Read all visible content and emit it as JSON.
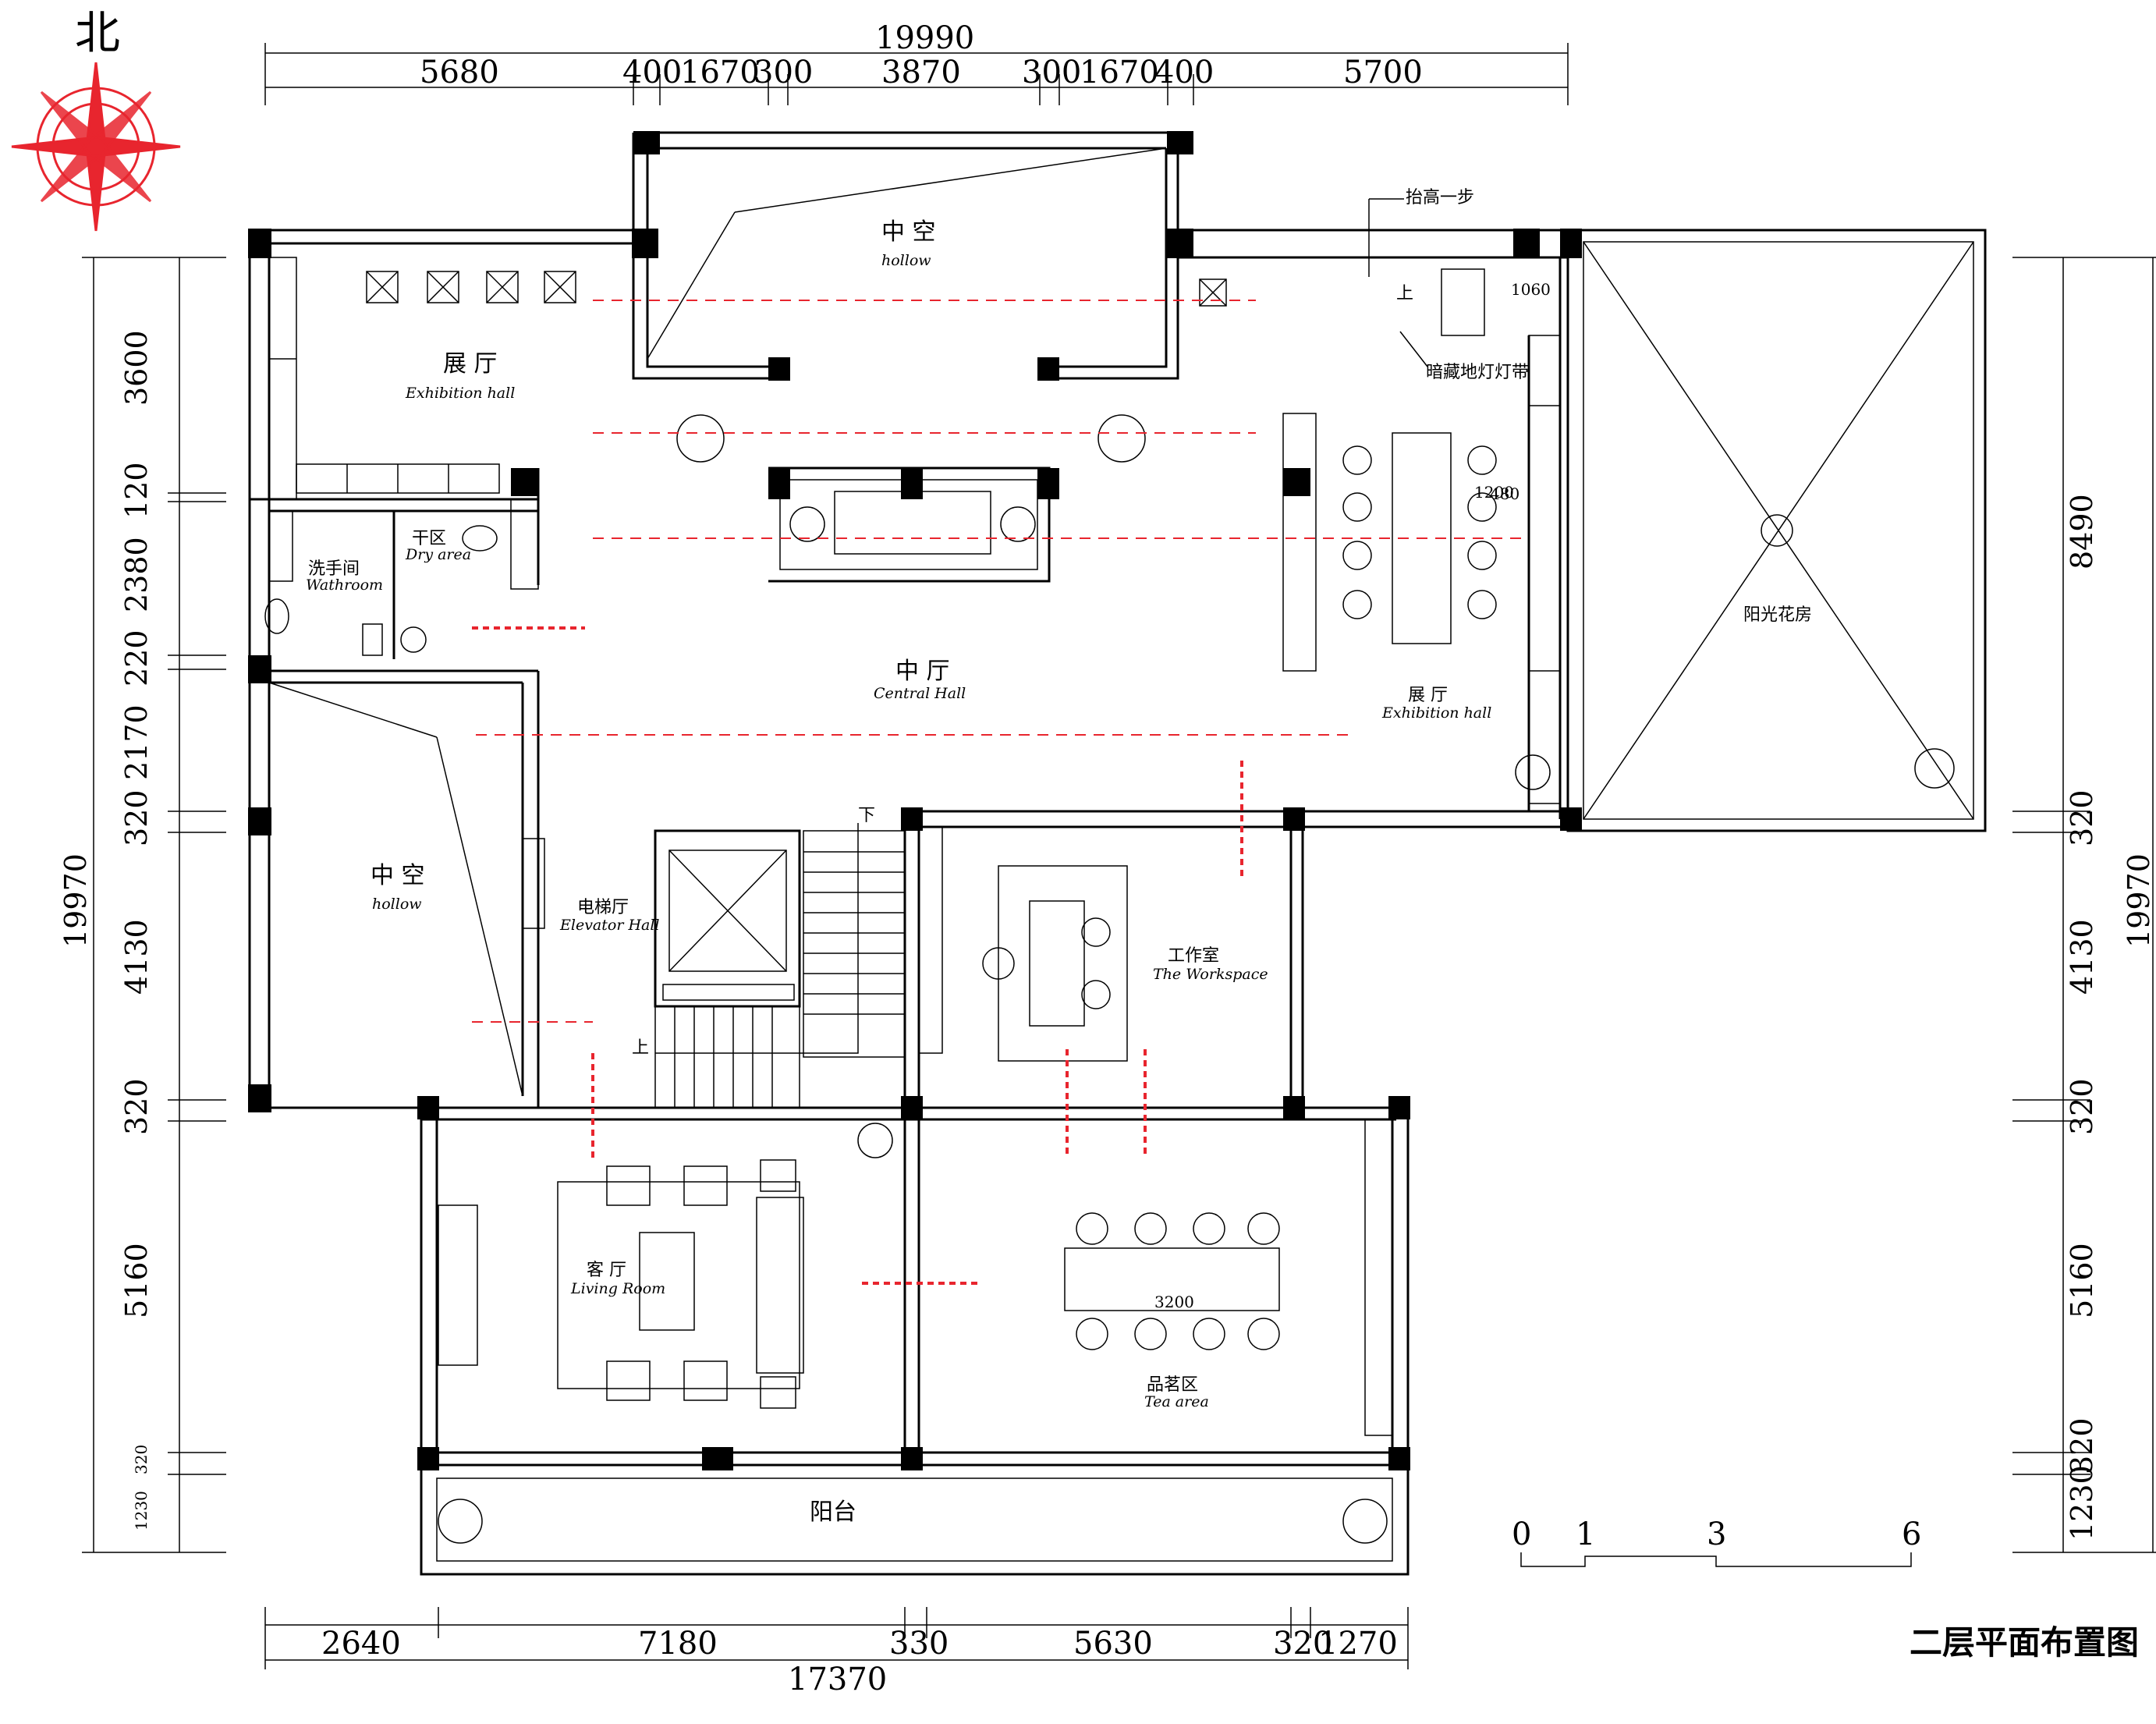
{
  "title": "二层平面布置图",
  "north_label": "北",
  "dimensions": {
    "top_total": "19990",
    "top_segments": [
      "5680",
      "400",
      "1670",
      "300",
      "3870",
      "300",
      "1670",
      "400",
      "5700"
    ],
    "bottom_total": "17370",
    "bottom_segments": [
      "2640",
      "7180",
      "330",
      "5630",
      "320",
      "1270"
    ],
    "left_total": "19970",
    "left_segments": [
      "3600",
      "120",
      "2380",
      "220",
      "2170",
      "320",
      "4130",
      "320",
      "5160",
      "320",
      "1230"
    ],
    "right_total": "19970",
    "right_segments": [
      "8490",
      "320",
      "4130",
      "320",
      "5160",
      "320",
      "1230"
    ],
    "table_dims": [
      "1200",
      "480",
      "1060",
      "3200"
    ]
  },
  "rooms": [
    {
      "cn": "展 厅",
      "en": "Exhibition hall"
    },
    {
      "cn": "中 空",
      "en": "hollow"
    },
    {
      "cn": "干区",
      "en": "Dry area"
    },
    {
      "cn": "洗手间",
      "en": "Wathroom"
    },
    {
      "cn": "中 厅",
      "en": "Central Hall"
    },
    {
      "cn": "展 厅",
      "en": "Exhibition hall"
    },
    {
      "cn": "阳光花房",
      "en": ""
    },
    {
      "cn": "中 空",
      "en": "hollow"
    },
    {
      "cn": "电梯厅",
      "en": "Elevator Hall"
    },
    {
      "cn": "工作室",
      "en": "The Workspace"
    },
    {
      "cn": "客 厅",
      "en": "Living Room"
    },
    {
      "cn": "品茗区",
      "en": "Tea area"
    },
    {
      "cn": "阳台",
      "en": ""
    }
  ],
  "annotations": {
    "step_up": "抬高一步",
    "hidden_light": "暗藏地灯灯带",
    "up": "上",
    "down": "下"
  },
  "scale_bar": [
    "0",
    "1",
    "3",
    "6"
  ],
  "colors": {
    "lines": "#000000",
    "north_arrow": "#e8252e",
    "circulation": "#e8252e"
  }
}
